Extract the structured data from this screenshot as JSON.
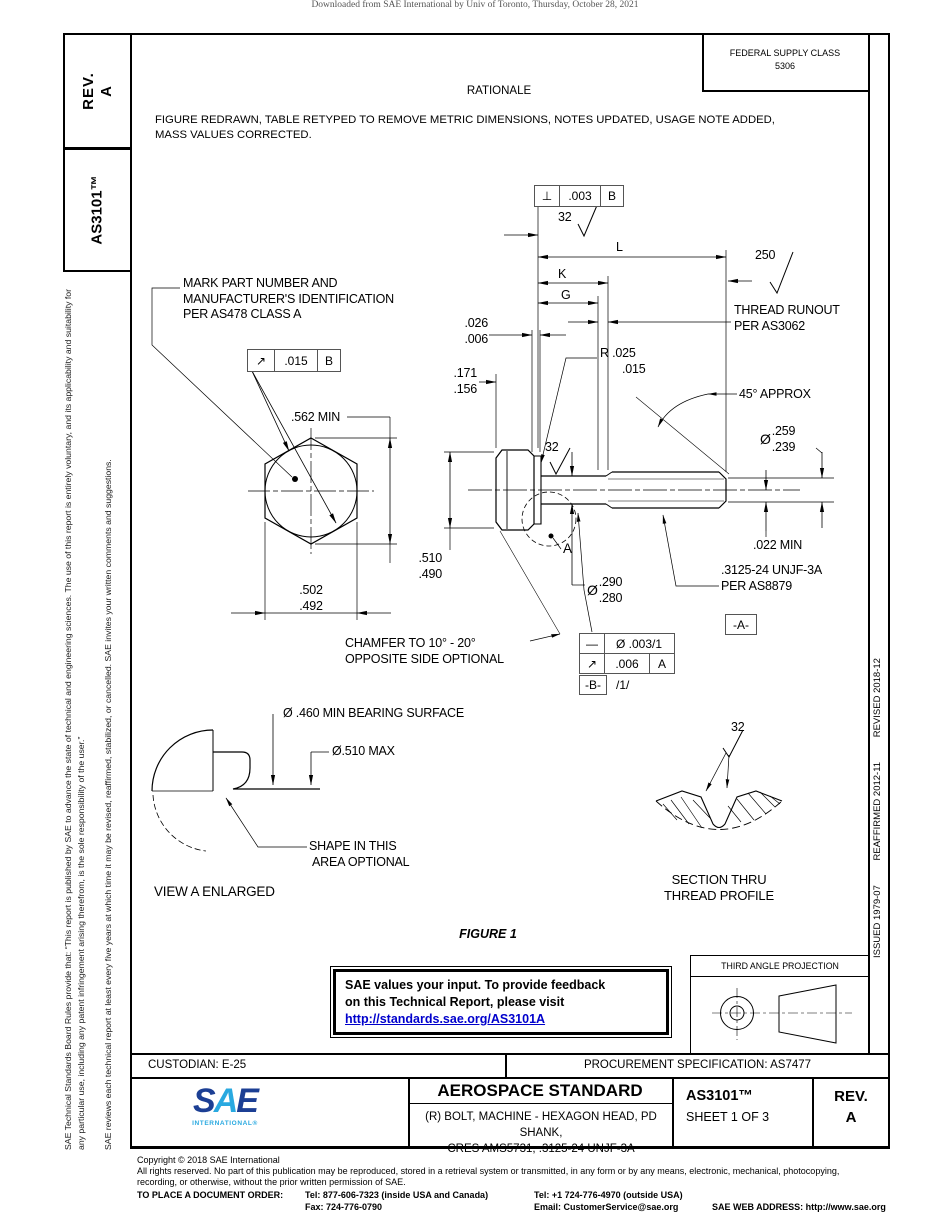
{
  "banner": "Downloaded from SAE International by Univ of Toronto, Thursday, October 28, 2021",
  "colors": {
    "link_blue": "#0000cc",
    "logo_dark": "#1c3f94",
    "logo_light": "#29a9e0"
  },
  "sidebar": {
    "rev_label": "REV.",
    "rev_value": "A",
    "doc": "AS3101™",
    "legal1": "SAE Technical Standards Board Rules provide that: “This report is published by SAE to advance the state of technical and engineering sciences. The use of this report is entirely voluntary, and its applicability and suitability for any particular use, including any patent infringement arising therefrom, is the sole responsibility of the user.”",
    "legal2": "SAE reviews each technical report at least every five years at which time it may be revised, reaffirmed, stabilized, or cancelled. SAE invites your written comments and suggestions."
  },
  "strip": {
    "issued": "ISSUED 1979-07",
    "reaffirmed": "REAFFIRMED 2012-11",
    "revised": "REVISED 2018-12"
  },
  "top": {
    "fsc1": "FEDERAL SUPPLY CLASS",
    "fsc2": "5306",
    "rationale": "RATIONALE",
    "body1": "FIGURE REDRAWN, TABLE RETYPED TO REMOVE METRIC DIMENSIONS, NOTES UPDATED, USAGE NOTE ADDED,",
    "body2": "MASS VALUES CORRECTED."
  },
  "fig": {
    "title": "FIGURE 1",
    "mark1": "MARK PART NUMBER AND",
    "mark2": "MANUFACTURER'S IDENTIFICATION",
    "mark3": "PER AS478 CLASS A",
    "f1s": "↗",
    "f1v": ".015",
    "f1d": "B",
    "f2s": "⊥",
    "f2v": ".003",
    "f2d": "B",
    "d562": ".562 MIN",
    "d502a": ".502",
    "d502b": ".492",
    "d510a": ".510",
    "d510b": ".490",
    "surf32": "32",
    "surf250": "250",
    "L": "L",
    "K": "K",
    "G": "G",
    "runout1": "THREAD RUNOUT",
    "runout2": "PER AS3062",
    "d026a": ".026",
    "d026b": ".006",
    "d171a": ".171",
    "d171b": ".156",
    "r1": "R .025",
    "r2": ".015",
    "deg45": "45° APPROX",
    "d259p": "Ø",
    "d259a": ".259",
    "d259b": ".239",
    "d022": ".022 MIN",
    "d290p": "Ø",
    "d290a": ".290",
    "d290b": ".280",
    "thr1": ".3125-24 UNJF-3A",
    "thr2": "PER AS8879",
    "datA": "-A-",
    "datB": "-B-",
    "f3r1s": "—",
    "f3r1v": "Ø .003/1",
    "f3r2s": "↗",
    "f3r2v": ".006",
    "f3r2d": "A",
    "f3r3v": "/1/",
    "aLabel": "A",
    "cham1": "CHAMFER TO 10° - 20°",
    "cham2": "OPPOSITE SIDE OPTIONAL",
    "bear": "Ø .460 MIN BEARING SURFACE",
    "max510": "Ø.510 MAX",
    "shape1": "SHAPE IN THIS",
    "shape2": "AREA OPTIONAL",
    "viewa": "VIEW A ENLARGED",
    "sec1": "SECTION THRU",
    "sec2": "THREAD PROFILE"
  },
  "feedback": {
    "l1": "SAE values your input. To provide feedback",
    "l2": "on this Technical Report, please visit",
    "link": "http://standards.sae.org/AS3101A"
  },
  "proj": {
    "label": "THIRD ANGLE PROJECTION"
  },
  "block": {
    "custodian": "CUSTODIAN: E-25",
    "procurement": "PROCUREMENT SPECIFICATION: AS7477",
    "logo_s": "S",
    "logo_a": "A",
    "logo_e": "E",
    "logo_sub": "INTERNATIONAL®",
    "title": "AEROSPACE STANDARD",
    "sub1": "(R) BOLT, MACHINE - HEXAGON HEAD, PD SHANK,",
    "sub2": "CRES AMS5731, .3125-24 UNJF-3A",
    "doc": "AS3101™",
    "sheet": "SHEET 1 OF 3",
    "rev_label": "REV.",
    "rev_value": "A"
  },
  "footer": {
    "copyright": "Copyright © 2018 SAE International",
    "rights1": "All rights reserved. No part of this publication may be reproduced, stored in a retrieval system or transmitted, in any form or by any means, electronic, mechanical, photocopying,",
    "rights2": "recording, or otherwise, without the prior written permission of SAE.",
    "order": "TO PLACE A DOCUMENT ORDER:",
    "tel1": "Tel: 877-606-7323 (inside USA and Canada)",
    "tel2": "Tel: +1 724-776-4970 (outside USA)",
    "fax": "Fax: 724-776-0790",
    "email": "Email: CustomerService@sae.org",
    "web": "SAE WEB ADDRESS: http://www.sae.org"
  }
}
